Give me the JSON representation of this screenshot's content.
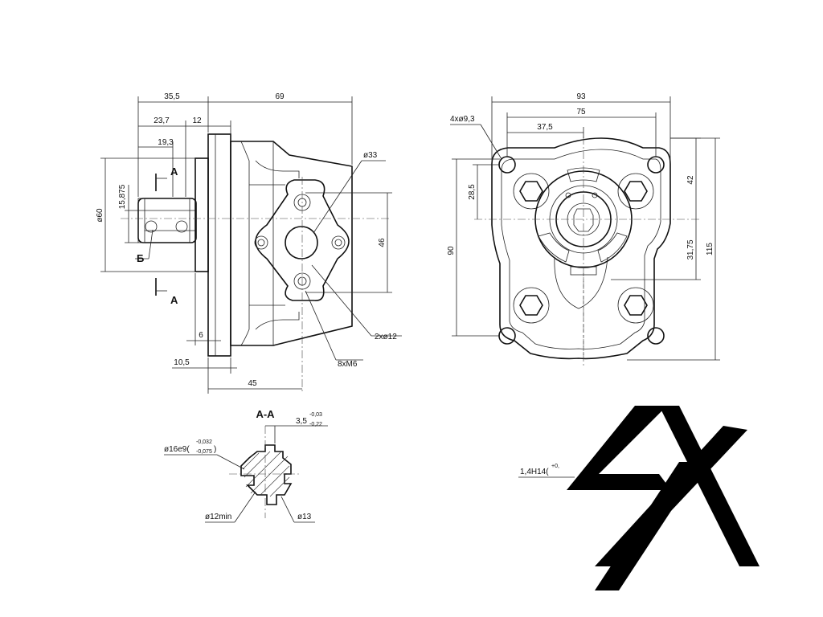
{
  "side_view": {
    "dim_35_5": "35,5",
    "dim_69": "69",
    "dim_23_7": "23,7",
    "dim_12": "12",
    "dim_19_3": "19,3",
    "dim_15_875": "15,875",
    "dim_d60": "ø60",
    "dim_d33": "ø33",
    "dim_46": "46",
    "dim_2xd12": "2xø12",
    "dim_8xm6": "8xM6",
    "dim_6": "6",
    "dim_10_5": "10,5",
    "dim_45": "45",
    "section_mark_top": "A",
    "section_mark_bottom": "A",
    "detail_mark": "Б"
  },
  "front_view": {
    "dim_93": "93",
    "dim_75": "75",
    "dim_37_5": "37,5",
    "dim_4xd9_3": "4xø9,3",
    "dim_28_5": "28,5",
    "dim_42": "42",
    "dim_90": "90",
    "dim_31_75": "31,75",
    "dim_115": "115"
  },
  "section_aa": {
    "title": "A-A",
    "dim_3_5": "3,5",
    "tol_3_5_upper": "-0,03",
    "tol_3_5_lower": "-0,22",
    "dim_d16e9": "ø16e9(",
    "tol_d16_upper": "-0,032",
    "tol_d16_lower": "-0,075",
    "dim_d16_close": ")",
    "dim_d12min": "ø12min",
    "dim_d13": "ø13"
  },
  "detail_b": {
    "dim_1_4h14": "1,4H14(",
    "tol_1_4": "+0,"
  }
}
